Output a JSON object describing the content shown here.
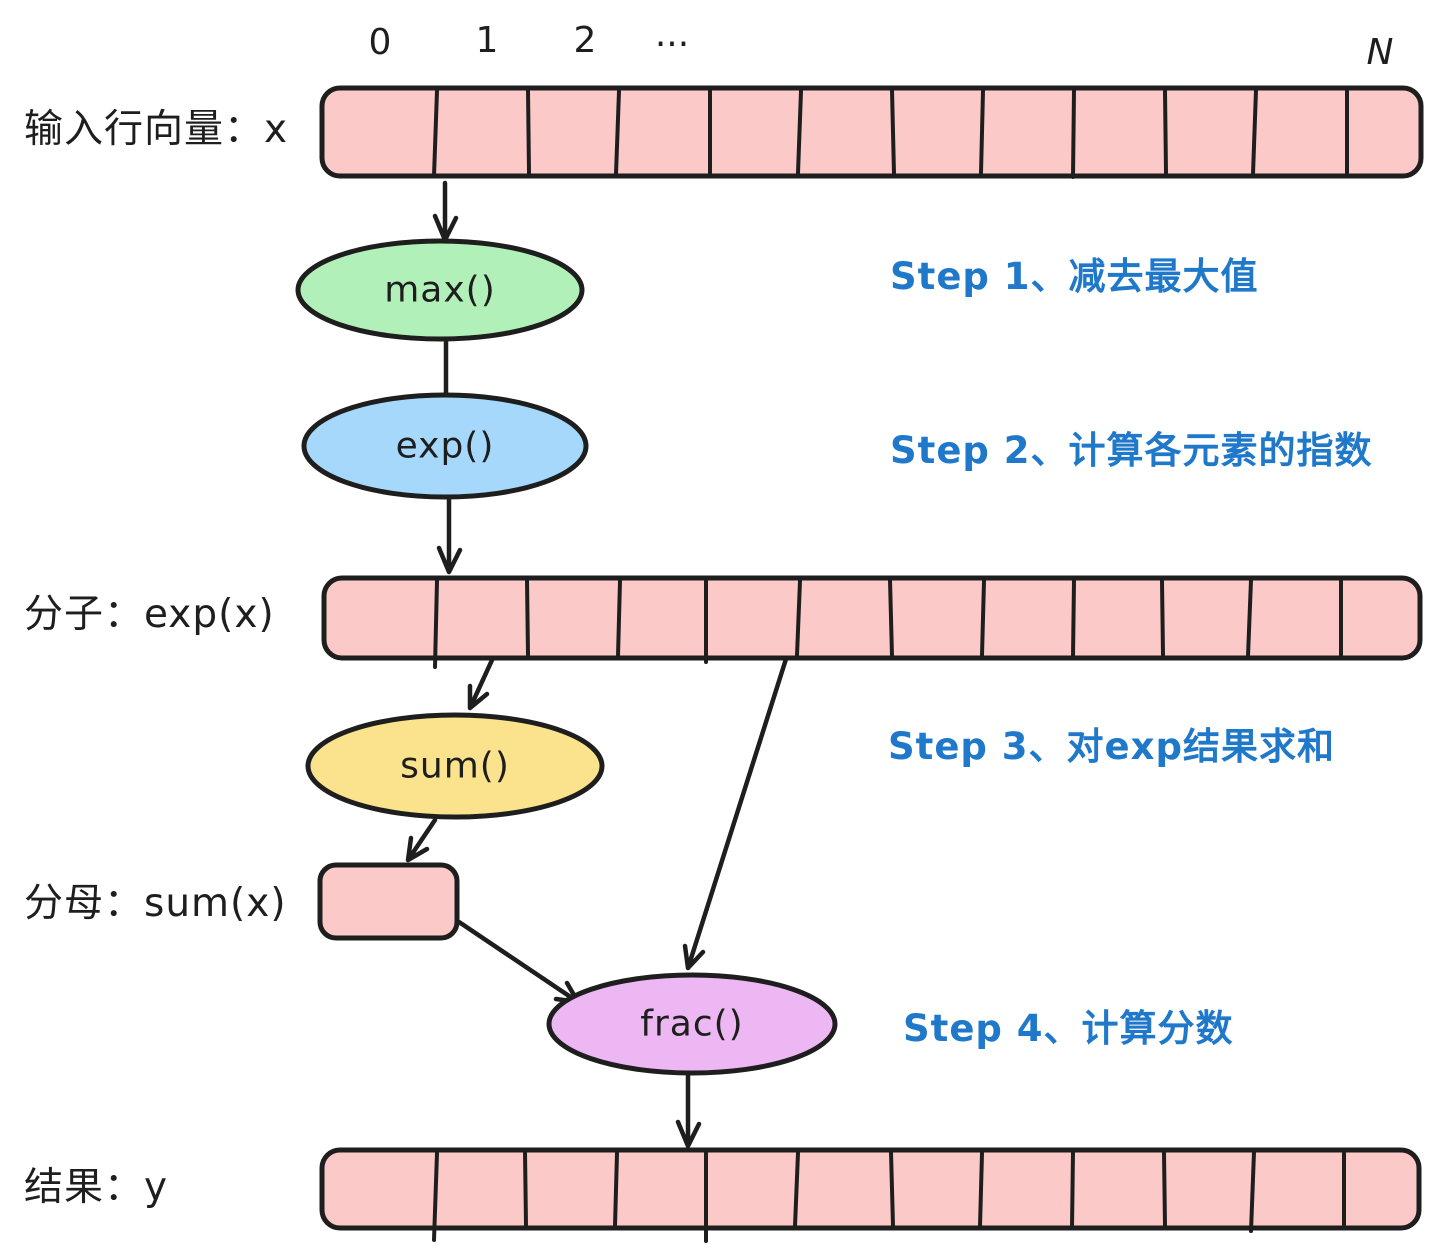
{
  "labels": {
    "input_vector": "输入行向量：x",
    "numerator": "分子：exp(x)",
    "denominator": "分母：sum(x)",
    "result": "结果：y"
  },
  "indices": {
    "i0": "0",
    "i1": "1",
    "i2": "2",
    "dots": "...",
    "n": "N"
  },
  "nodes": {
    "max": {
      "label": "max()",
      "fill": "#b2f0ba"
    },
    "exp": {
      "label": "exp()",
      "fill": "#a5d8fb"
    },
    "sum": {
      "label": "sum()",
      "fill": "#fae38c"
    },
    "frac": {
      "label": "frac()",
      "fill": "#ecb7f2"
    }
  },
  "steps": {
    "step1": "Step 1、减去最大值",
    "step2": "Step 2、计算各元素的指数",
    "step3": "Step 3、对exp结果求和",
    "step4": "Step 4、计算分数"
  },
  "colors": {
    "vector_fill": "#fcc9c9",
    "stroke": "#1e1e1e",
    "step_text": "#1f78c9"
  }
}
